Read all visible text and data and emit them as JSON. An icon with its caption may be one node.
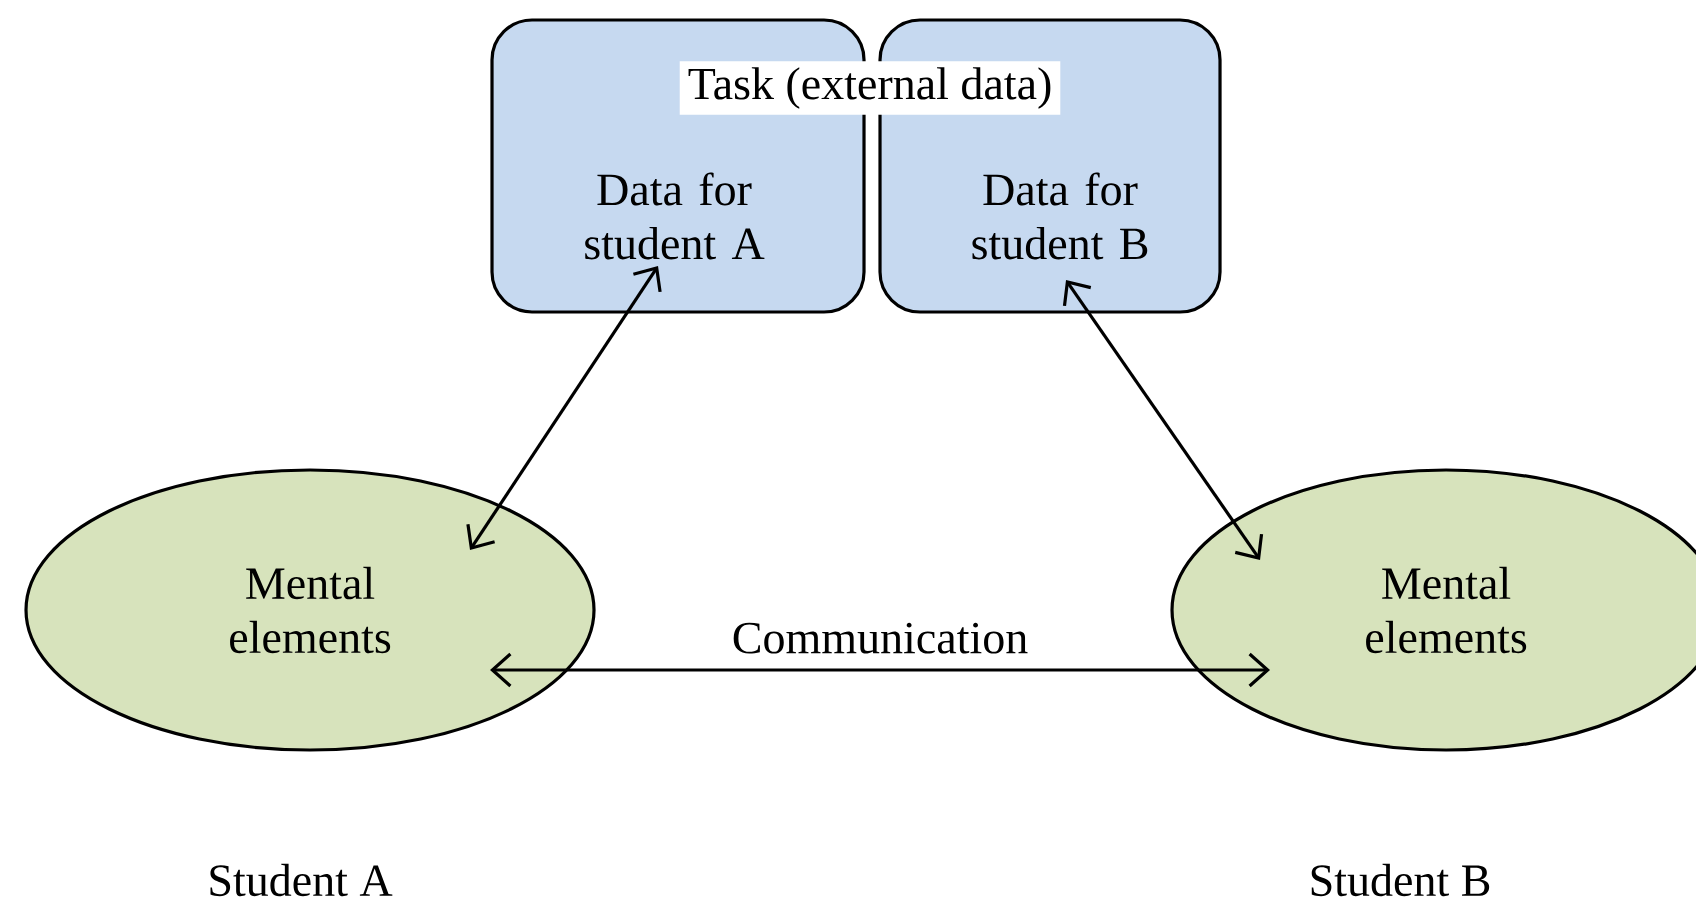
{
  "diagram": {
    "nodes": [
      {
        "text": [
          "Data for student A"
        ]
      },
      {
        "text": [
          "Data for student B"
        ]
      },
      {
        "text": [
          "Mental elements"
        ],
        "beside": [
          "Student A"
        ]
      },
      {
        "text": [
          "Mental elements"
        ],
        "beside": [
          "Student B"
        ]
      }
    ],
    "edges": [
      {
        "from": 0,
        "to": 2,
        "arrow": "both"
      },
      {
        "from": 1,
        "to": 3,
        "arrow": "both"
      },
      {
        "from": 2,
        "to": 3,
        "arrow": "both",
        "label": "Communication"
      }
    ],
    "labels": [
      "Task (external data)"
    ]
  }
}
